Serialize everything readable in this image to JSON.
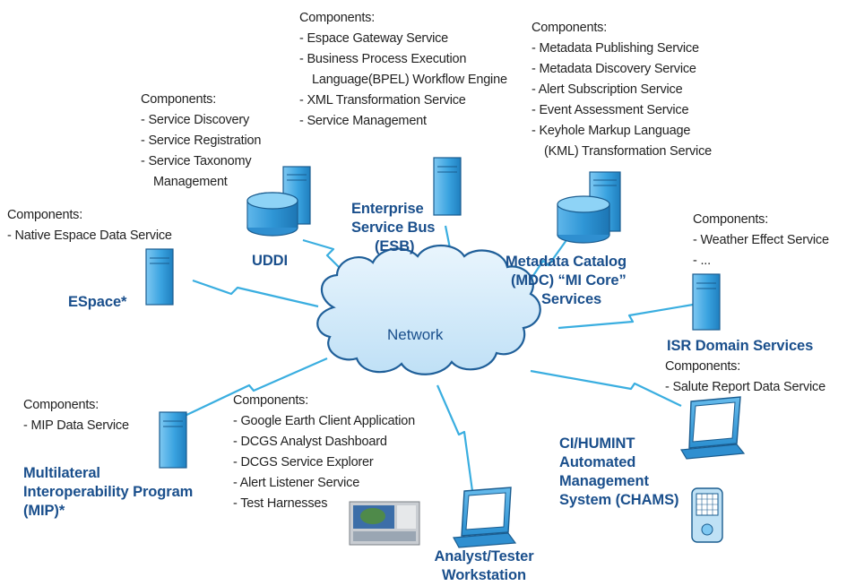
{
  "network": {
    "label": "Network"
  },
  "nodes": {
    "uddi": {
      "title": [
        "UDDI"
      ],
      "components_header": "Components:",
      "components": [
        [
          "- Service Discovery"
        ],
        [
          "- Service Registration"
        ],
        [
          "- Service Taxonomy",
          "Management"
        ]
      ]
    },
    "esb": {
      "title": [
        "Enterprise",
        "Service Bus",
        "(ESB)"
      ],
      "components_header": "Components:",
      "components": [
        [
          "- Espace Gateway Service"
        ],
        [
          "- Business Process Execution",
          "Language(BPEL) Workflow Engine"
        ],
        [
          "- XML Transformation Service"
        ],
        [
          "- Service Management"
        ]
      ]
    },
    "mdc": {
      "title": [
        "Metadata Catalog",
        "(MDC) “MI Core”",
        "Services"
      ],
      "components_header": "Components:",
      "components": [
        [
          "- Metadata Publishing Service"
        ],
        [
          "- Metadata Discovery Service"
        ],
        [
          "- Alert Subscription Service"
        ],
        [
          "- Event Assessment Service"
        ],
        [
          "- Keyhole Markup Language",
          "(KML) Transformation Service"
        ]
      ]
    },
    "espace": {
      "title": [
        "ESpace*"
      ],
      "components_header": "Components:",
      "components": [
        [
          "- Native Espace Data Service"
        ]
      ]
    },
    "isr": {
      "title": [
        "ISR Domain Services"
      ],
      "components_header": "Components:",
      "components": [
        [
          "- Weather Effect Service"
        ],
        [
          "- ..."
        ]
      ],
      "components2_header": "Components:",
      "components2": [
        [
          "- Salute Report Data Service"
        ]
      ]
    },
    "mip": {
      "title": [
        "Multilateral",
        "Interoperability Program",
        "(MIP)*"
      ],
      "components_header": "Components:",
      "components": [
        [
          "- MIP Data Service"
        ]
      ]
    },
    "analyst": {
      "title": [
        "Analyst/Tester",
        "Workstation"
      ],
      "components_header": "Components:",
      "components": [
        [
          "- Google Earth Client Application"
        ],
        [
          "- DCGS Analyst Dashboard"
        ],
        [
          "- DCGS Service Explorer"
        ],
        [
          "- Alert Listener Service"
        ],
        [
          "- Test Harnesses"
        ]
      ]
    },
    "chams": {
      "title": [
        "CI/HUMINT",
        "Automated",
        "Management",
        "System (CHAMS)"
      ]
    }
  }
}
